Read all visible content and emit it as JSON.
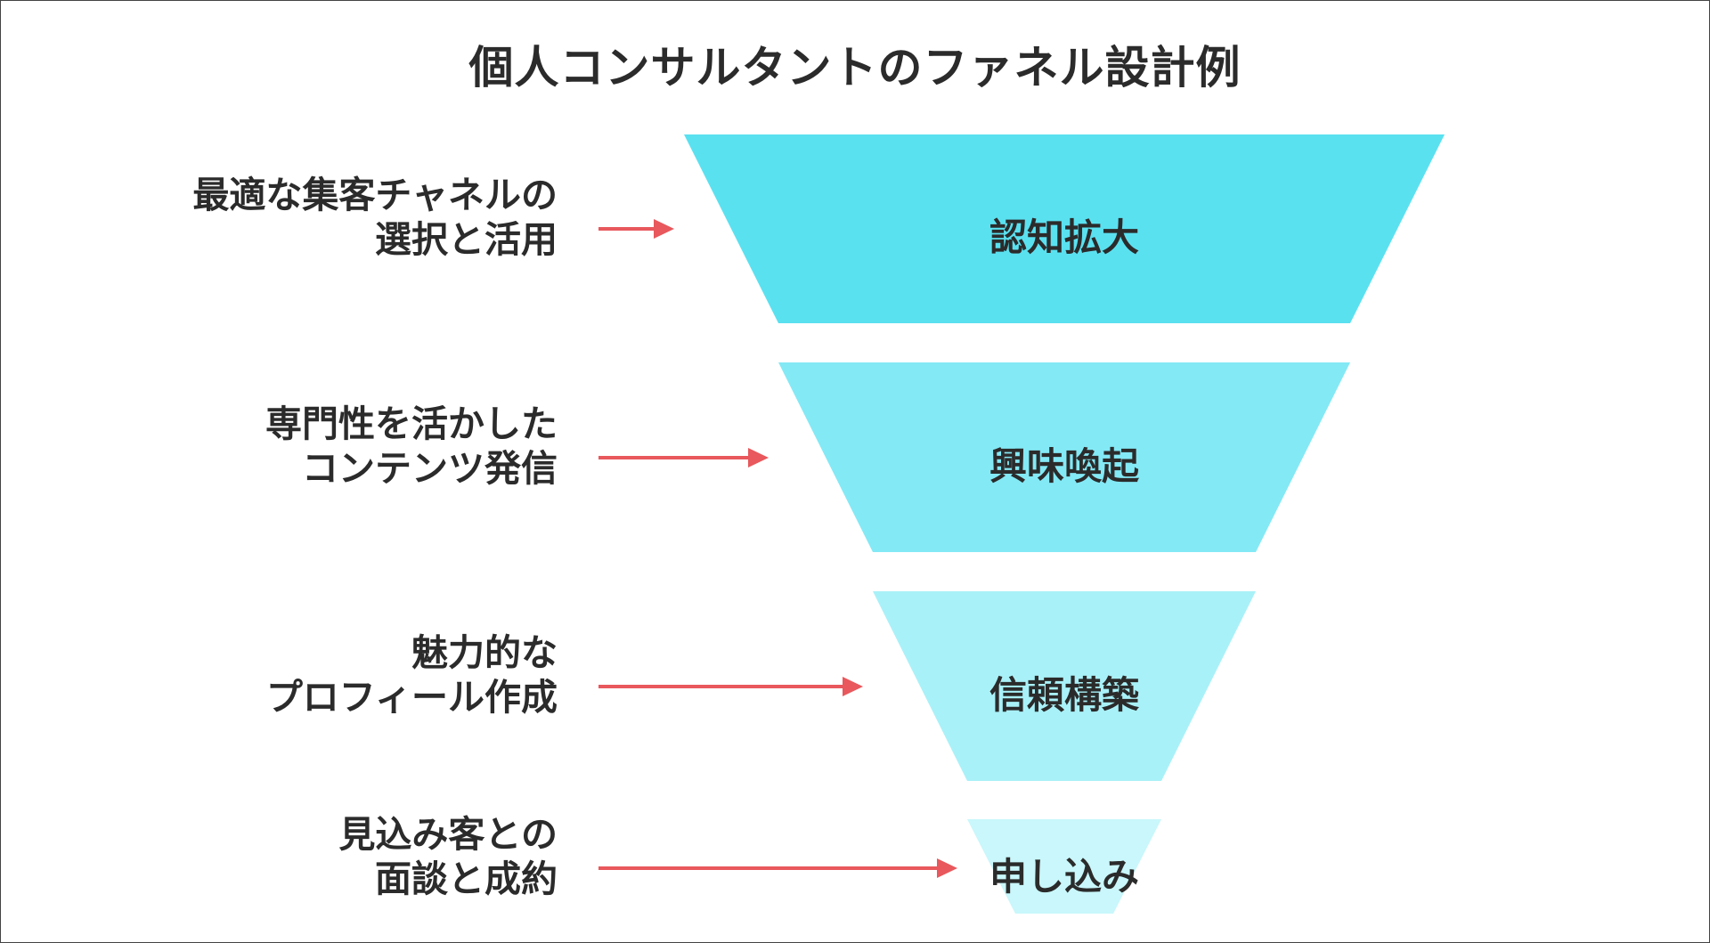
{
  "title": "個人コンサルタントのファネル設計例",
  "stages": [
    {
      "label": "認知拡大",
      "description_line1": "最適な集客チャネルの",
      "description_line2": "選択と活用",
      "color": "#5ae1f0"
    },
    {
      "label": "興味喚起",
      "description_line1": "専門性を活かした",
      "description_line2": "コンテンツ発信",
      "color": "#83e9f5"
    },
    {
      "label": "信頼構築",
      "description_line1": "魅力的な",
      "description_line2": "プロフィール作成",
      "color": "#a9f1f8"
    },
    {
      "label": "申し込み",
      "description_line1": "見込み客との",
      "description_line2": "面談と成約",
      "color": "#c9f7fb"
    }
  ],
  "arrow_color": "#e8585c"
}
